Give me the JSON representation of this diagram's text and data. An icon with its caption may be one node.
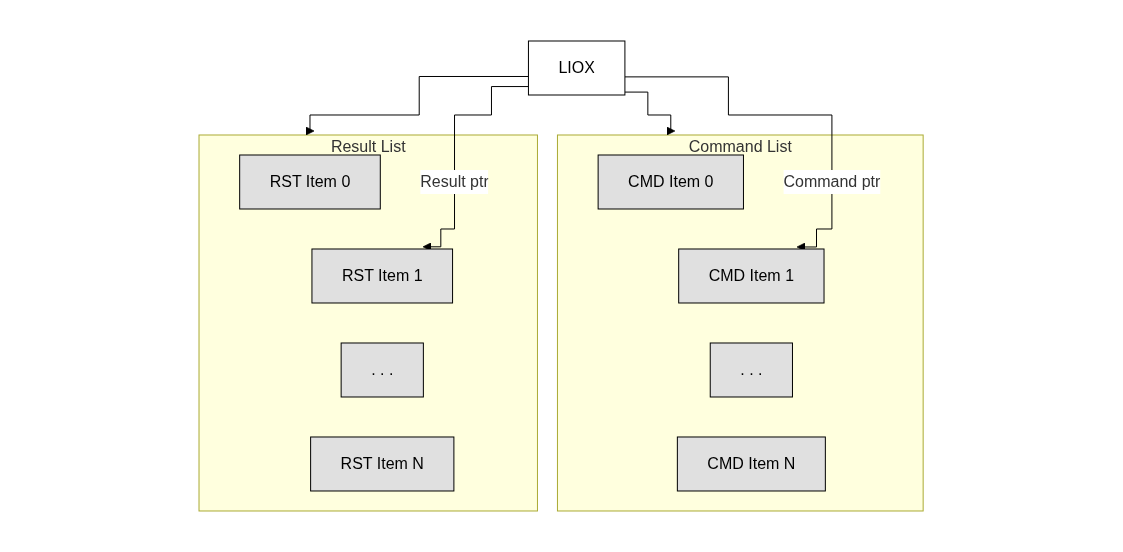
{
  "diagram": {
    "nodes": [
      {
        "text": [
          "LIOX"
        ]
      },
      {
        "text": [
          "Command List"
        ]
      },
      {
        "text": [
          "CMD Item 0"
        ],
        "in": 1
      },
      {
        "text": [
          "CMD Item 1"
        ],
        "in": 1
      },
      {
        "text": [
          ". . ."
        ],
        "in": 1
      },
      {
        "text": [
          "CMD Item N"
        ],
        "in": 1
      },
      {
        "text": [
          "Result List"
        ]
      },
      {
        "text": [
          "RST Item 0"
        ],
        "in": 6
      },
      {
        "text": [
          "RST Item 1"
        ],
        "in": 6
      },
      {
        "text": [
          ". . ."
        ],
        "in": 6
      },
      {
        "text": [
          "RST Item N"
        ],
        "in": 6
      }
    ],
    "edges": [
      {
        "from": 0,
        "to": 1,
        "arrow": "to"
      },
      {
        "from": 0,
        "to": 6,
        "arrow": "to"
      },
      {
        "from": 0,
        "to": 3,
        "arrow": "to",
        "label": "Command ptr"
      },
      {
        "from": 0,
        "to": 8,
        "arrow": "to",
        "label": "Result ptr"
      }
    ]
  }
}
